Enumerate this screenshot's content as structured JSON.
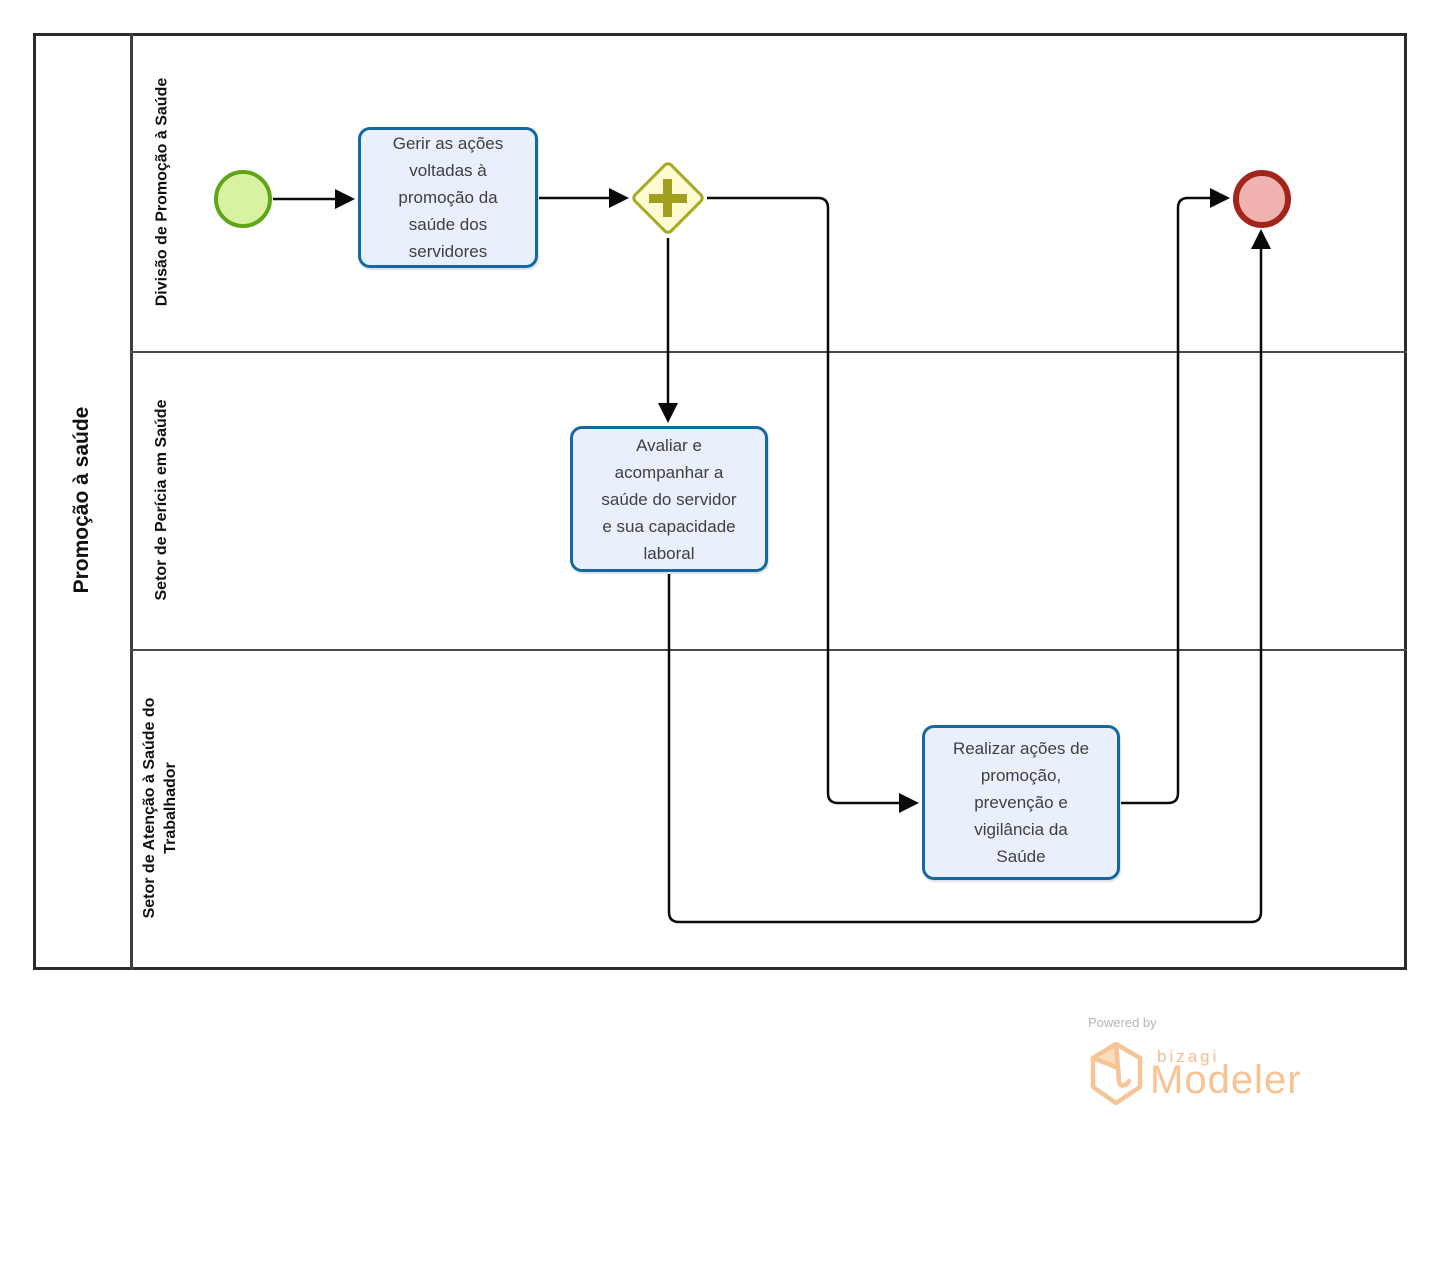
{
  "diagram": {
    "kind": "bpmn-process",
    "pool": {
      "title": "Promoção à saúde",
      "lanes": [
        {
          "label": "Divisão de Promoção à Saúde"
        },
        {
          "label": "Setor de Perícia em Saúde"
        },
        {
          "label": [
            "Setor de Atenção à Saúde do",
            "Trabalhador"
          ]
        }
      ]
    },
    "nodes": {
      "start_event": {
        "kind": "start-event"
      },
      "task_gerir": {
        "lines": [
          "Gerir as ações",
          "voltadas à",
          "promoção da",
          "saúde dos",
          "servidores"
        ]
      },
      "gateway": {
        "kind": "parallel-gateway"
      },
      "task_avaliar": {
        "lines": [
          "Avaliar e",
          "acompanhar a",
          "saúde do servidor",
          "e sua capacidade",
          "laboral"
        ]
      },
      "task_realizar": {
        "lines": [
          "Realizar ações de",
          "promoção,",
          "prevenção e",
          "vigilância da",
          "Saúde"
        ]
      },
      "end_event": {
        "kind": "end-event"
      }
    },
    "colors": {
      "task_fill": "#e9effb",
      "task_border": "#16699c",
      "start_fill": "#d9f2a1",
      "start_border": "#5fa515",
      "end_fill": "#f0b3b0",
      "end_border": "#a1251b",
      "gateway_fill": "#fcfbd2",
      "gateway_border": "#a8a825",
      "flow_line": "#0a0a0a",
      "lane_line": "#4b4b4b"
    }
  },
  "footer": {
    "powered_by": "Powered by",
    "brand": "bizagi",
    "product": "Modeler",
    "brand_color": "#f8c292"
  }
}
